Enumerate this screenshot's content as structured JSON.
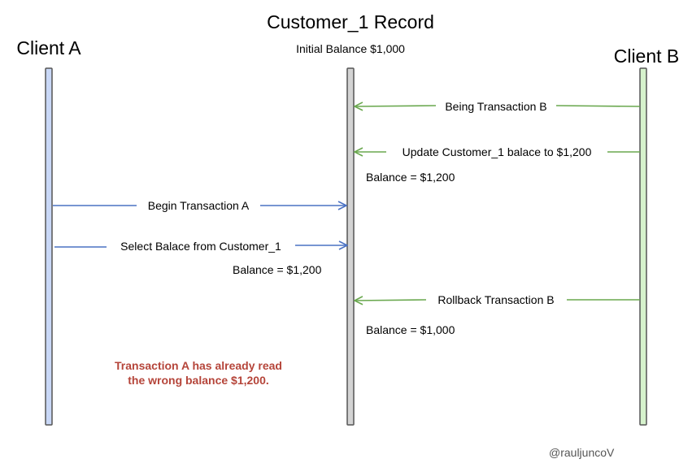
{
  "title": "Customer_1 Record",
  "subtitle": "Initial Balance $1,000",
  "actors": {
    "left": "Client A",
    "right": "Client B"
  },
  "colors": {
    "client_a": "#4a72c4",
    "client_a_bar": "#c9d8f7",
    "record_bar": "#d3d3d3",
    "client_b": "#6aa84f",
    "client_b_bar": "#d6f2cc",
    "note": "#b5453a"
  },
  "messages": {
    "begin_b": "Being Transaction B",
    "update_b": "Update Customer_1 balace to $1,200",
    "begin_a": "Begin Transaction A",
    "select_a": "Select Balace from Customer_1",
    "rollback_b": "Rollback Transaction B"
  },
  "balances": {
    "after_update": "Balance = $1,200",
    "read_by_a": "Balance = $1,200",
    "after_rollback": "Balance = $1,000"
  },
  "note": {
    "line1": "Transaction A has already read",
    "line2": "the wrong balance $1,200."
  },
  "credit": "@rauljuncoV"
}
